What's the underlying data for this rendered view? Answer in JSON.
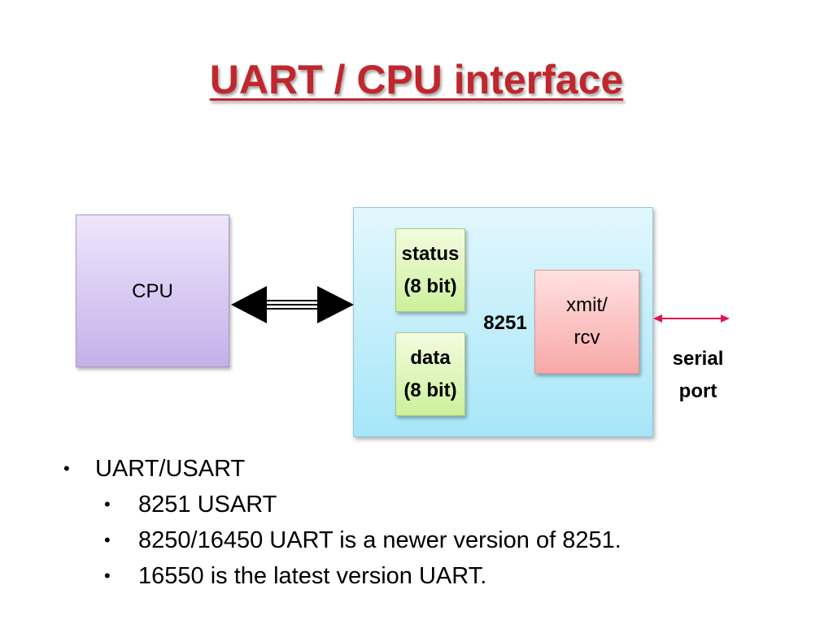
{
  "title": "UART / CPU interface",
  "diagram": {
    "cpu_label": "CPU",
    "status_line1": "status",
    "status_line2": "(8 bit)",
    "data_line1": "data",
    "data_line2": "(8 bit)",
    "chip_label": "8251",
    "xmit_line1": "xmit/",
    "xmit_line2": "rcv",
    "serial_line1": "serial",
    "serial_line2": "port",
    "colors": {
      "title": "#c0272d",
      "serial_arrow": "#e0154f",
      "bus_arrow": "#000000"
    }
  },
  "bullets": [
    {
      "level": 1,
      "text": "UART/USART"
    },
    {
      "level": 2,
      "text": "8251 USART"
    },
    {
      "level": 2,
      "text": "8250/16450 UART is a newer version of 8251."
    },
    {
      "level": 2,
      "text": "16550 is the latest version UART."
    }
  ],
  "bullet_glyph": "•"
}
